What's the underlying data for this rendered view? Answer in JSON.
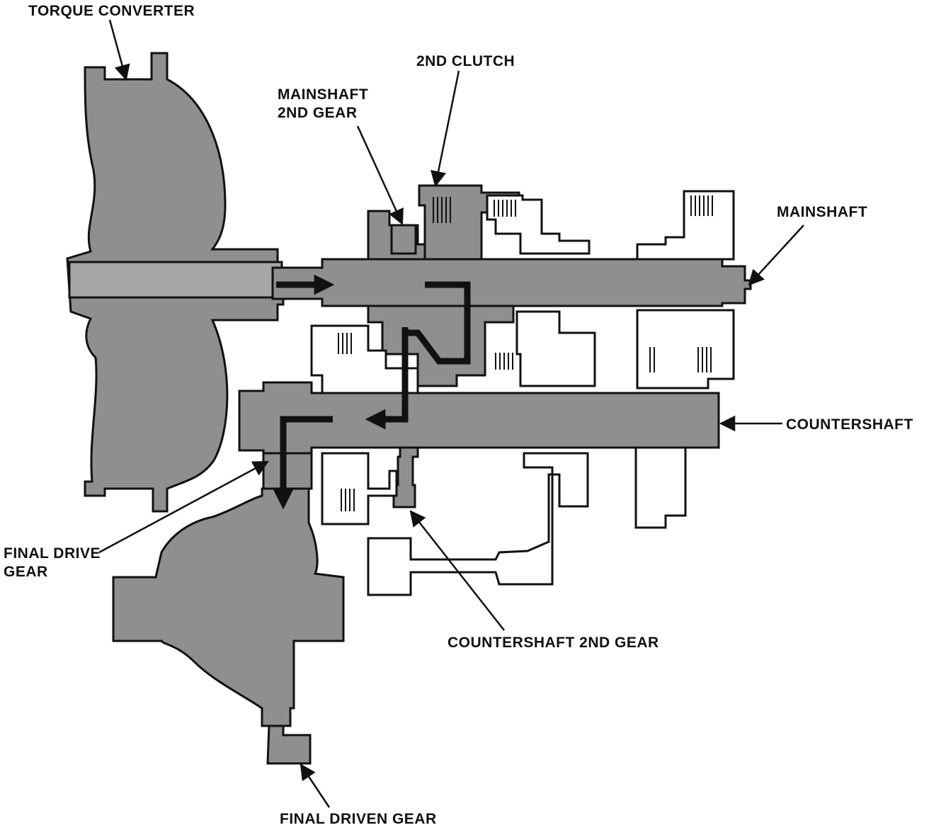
{
  "labels": {
    "torque_converter": "TORQUE CONVERTER",
    "second_clutch": "2ND CLUTCH",
    "mainshaft_2nd_gear_line1": "MAINSHAFT",
    "mainshaft_2nd_gear_line2": "2ND GEAR",
    "mainshaft": "MAINSHAFT",
    "countershaft": "COUNTERSHAFT",
    "final_drive_gear_line1": "FINAL DRIVE",
    "final_drive_gear_line2": "GEAR",
    "countershaft_2nd_gear": "COUNTERSHAFT 2ND GEAR",
    "final_driven_gear": "FINAL DRIVEN GEAR"
  },
  "colors": {
    "ink": "#111111",
    "shaded_part": "#8f8f8f",
    "background": "#ffffff"
  }
}
